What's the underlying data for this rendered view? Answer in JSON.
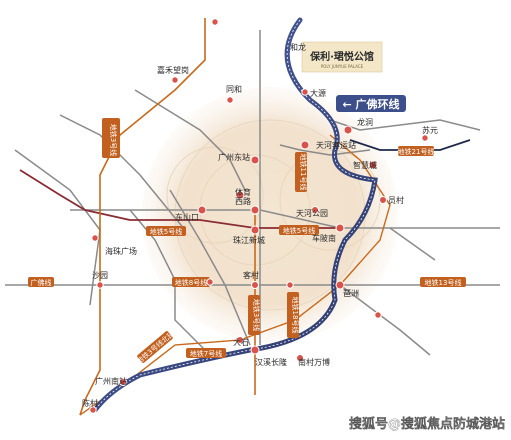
{
  "brand": {
    "name": "保利·珺悦公馆",
    "sub": "POLY JUNYUE PALACE"
  },
  "highlight_line": "← 广佛环线",
  "watermark": "搜狐号@搜狐焦点防城港站",
  "stations": {
    "he_long": "和龙",
    "jia_he_wang_gang": "嘉禾望岗",
    "tong_he": "同和",
    "da_yuan": "大源",
    "long_dong": "龙洞",
    "su_yuan": "苏元",
    "tian_he_ke_yun_zhan": "天河客运站",
    "guangzhou_dong_zhan": "广州东站",
    "zhi_hui_cheng": "智慧城",
    "ti_yu_xi_lu": "体育\n西路",
    "dong_shan_kou": "东山口",
    "tian_he_gong_yuan": "天河公园",
    "yu_cun": "员村",
    "hai_bang_guang_chang": "海珠广场",
    "zhu_jiang_xin_cheng": "珠江新城",
    "chebei_nan": "车陂南",
    "sha_yuan": "沙园",
    "ke_cun": "客村",
    "pa_zhou": "琶洲",
    "da_shi": "大石",
    "han_xi_chang_long": "汉溪长隆",
    "dong_chong_wan_bo": "南村万博",
    "guangzhou_nan_zhan": "广州南站",
    "chen_cun": "陈村"
  },
  "line_labels": {
    "line3": "地铁3号线",
    "line21": "地铁21号线",
    "line5_a": "地铁5号线",
    "line5_b": "地铁5号线",
    "line11": "地铁11号线",
    "line_guangfo": "广佛线",
    "line8": "地铁8号线",
    "line13": "地铁13号线",
    "line3b": "地铁3号线",
    "line18": "地铁18号线",
    "line7": "地铁7号线",
    "line_sanbei": "地铁3号线北延"
  },
  "colors": {
    "line3": "#c76a1c",
    "line5": "#b23a2e",
    "line21": "#1f2a4a",
    "guangfo_ring": "#3d4f8a",
    "other": "#8a8a8a",
    "station_fill": "#d9534a",
    "label_fill": "#c1601f",
    "halo": "#f1e1cc"
  }
}
